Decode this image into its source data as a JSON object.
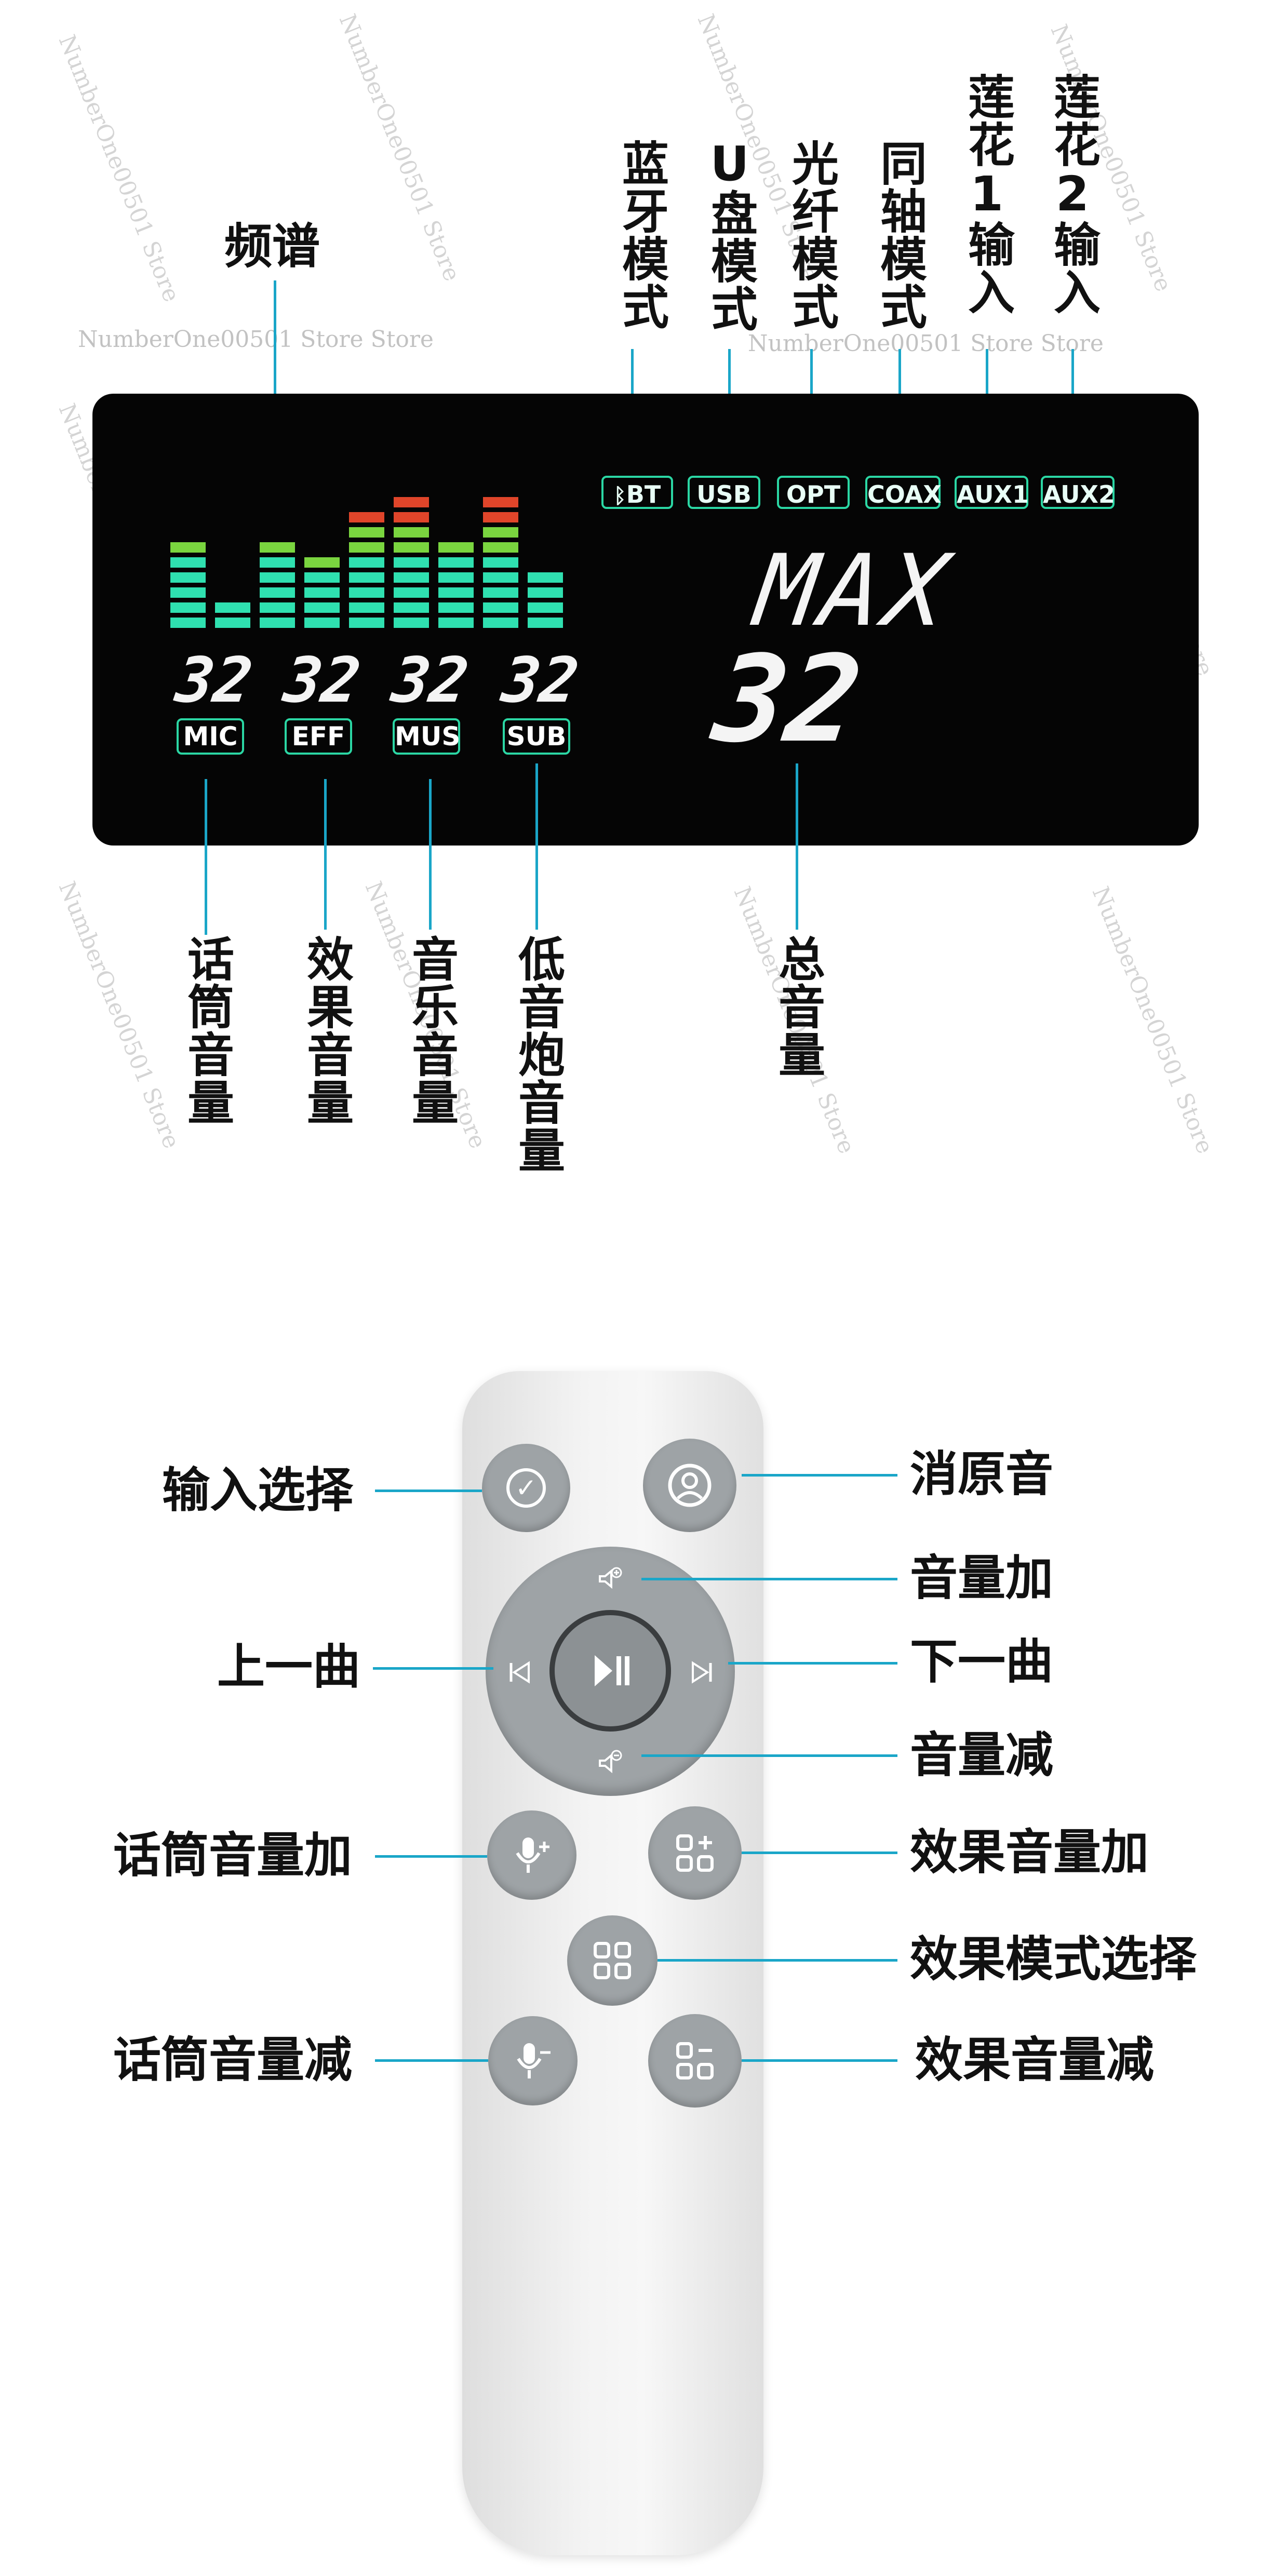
{
  "top_labels": {
    "spectrum": "频谱",
    "bt": "蓝牙模式",
    "usb_u": "U",
    "usb_rest": "盘模式",
    "optical": "光纤模式",
    "coax": "同轴模式",
    "aux1_a": "莲花",
    "aux1_num": "1",
    "aux1_b": "输入",
    "aux2_a": "莲花",
    "aux2_num": "2",
    "aux2_b": "输入"
  },
  "display": {
    "modes": [
      "BT",
      "USB",
      "OPT",
      "COAX",
      "AUX1",
      "AUX2"
    ],
    "channel_values": [
      "32",
      "32",
      "32",
      "32"
    ],
    "channels": [
      "MIC",
      "EFF",
      "MUS",
      "SUB"
    ],
    "max_text": "MAX",
    "master_value": "32",
    "spectrum_levels": [
      6,
      2,
      6,
      5,
      8,
      9,
      6,
      9,
      4
    ]
  },
  "bottom_labels": {
    "mic_volume": "话筒音量",
    "effect_volume": "效果音量",
    "music_volume": "音乐音量",
    "sub_volume": "低音炮音量",
    "master_volume": "总音量"
  },
  "remote_labels": {
    "input_select": "输入选择",
    "vocal_cut": "消原音",
    "volume_up": "音量加",
    "prev_track": "上一曲",
    "next_track": "下一曲",
    "volume_down": "音量减",
    "mic_volume_up": "话筒音量加",
    "effect_volume_up": "效果音量加",
    "effect_mode_select": "效果模式选择",
    "mic_volume_down": "话筒音量减",
    "effect_volume_down": "效果音量减"
  },
  "watermark": "NumberOne00501 Store Store",
  "watermark_short": "NumberOne00501 Store",
  "colors": {
    "display_bg": "#050505",
    "frame_green": "#2bd7a4",
    "bar_green": "#7ad53f",
    "bar_teal": "#2fe0b0",
    "bar_red": "#e0452a",
    "leader_line": "#1aa6c8",
    "remote_body": "#ededed",
    "button_gray": "#9ea3a6"
  },
  "icons": [
    "bluetooth-icon",
    "check-icon",
    "person-icon",
    "speaker-plus-icon",
    "play-pause-icon",
    "previous-icon",
    "next-icon",
    "speaker-minus-icon",
    "mic-plus-icon",
    "mic-minus-icon",
    "grid-plus-icon",
    "grid-icon",
    "grid-minus-icon"
  ]
}
